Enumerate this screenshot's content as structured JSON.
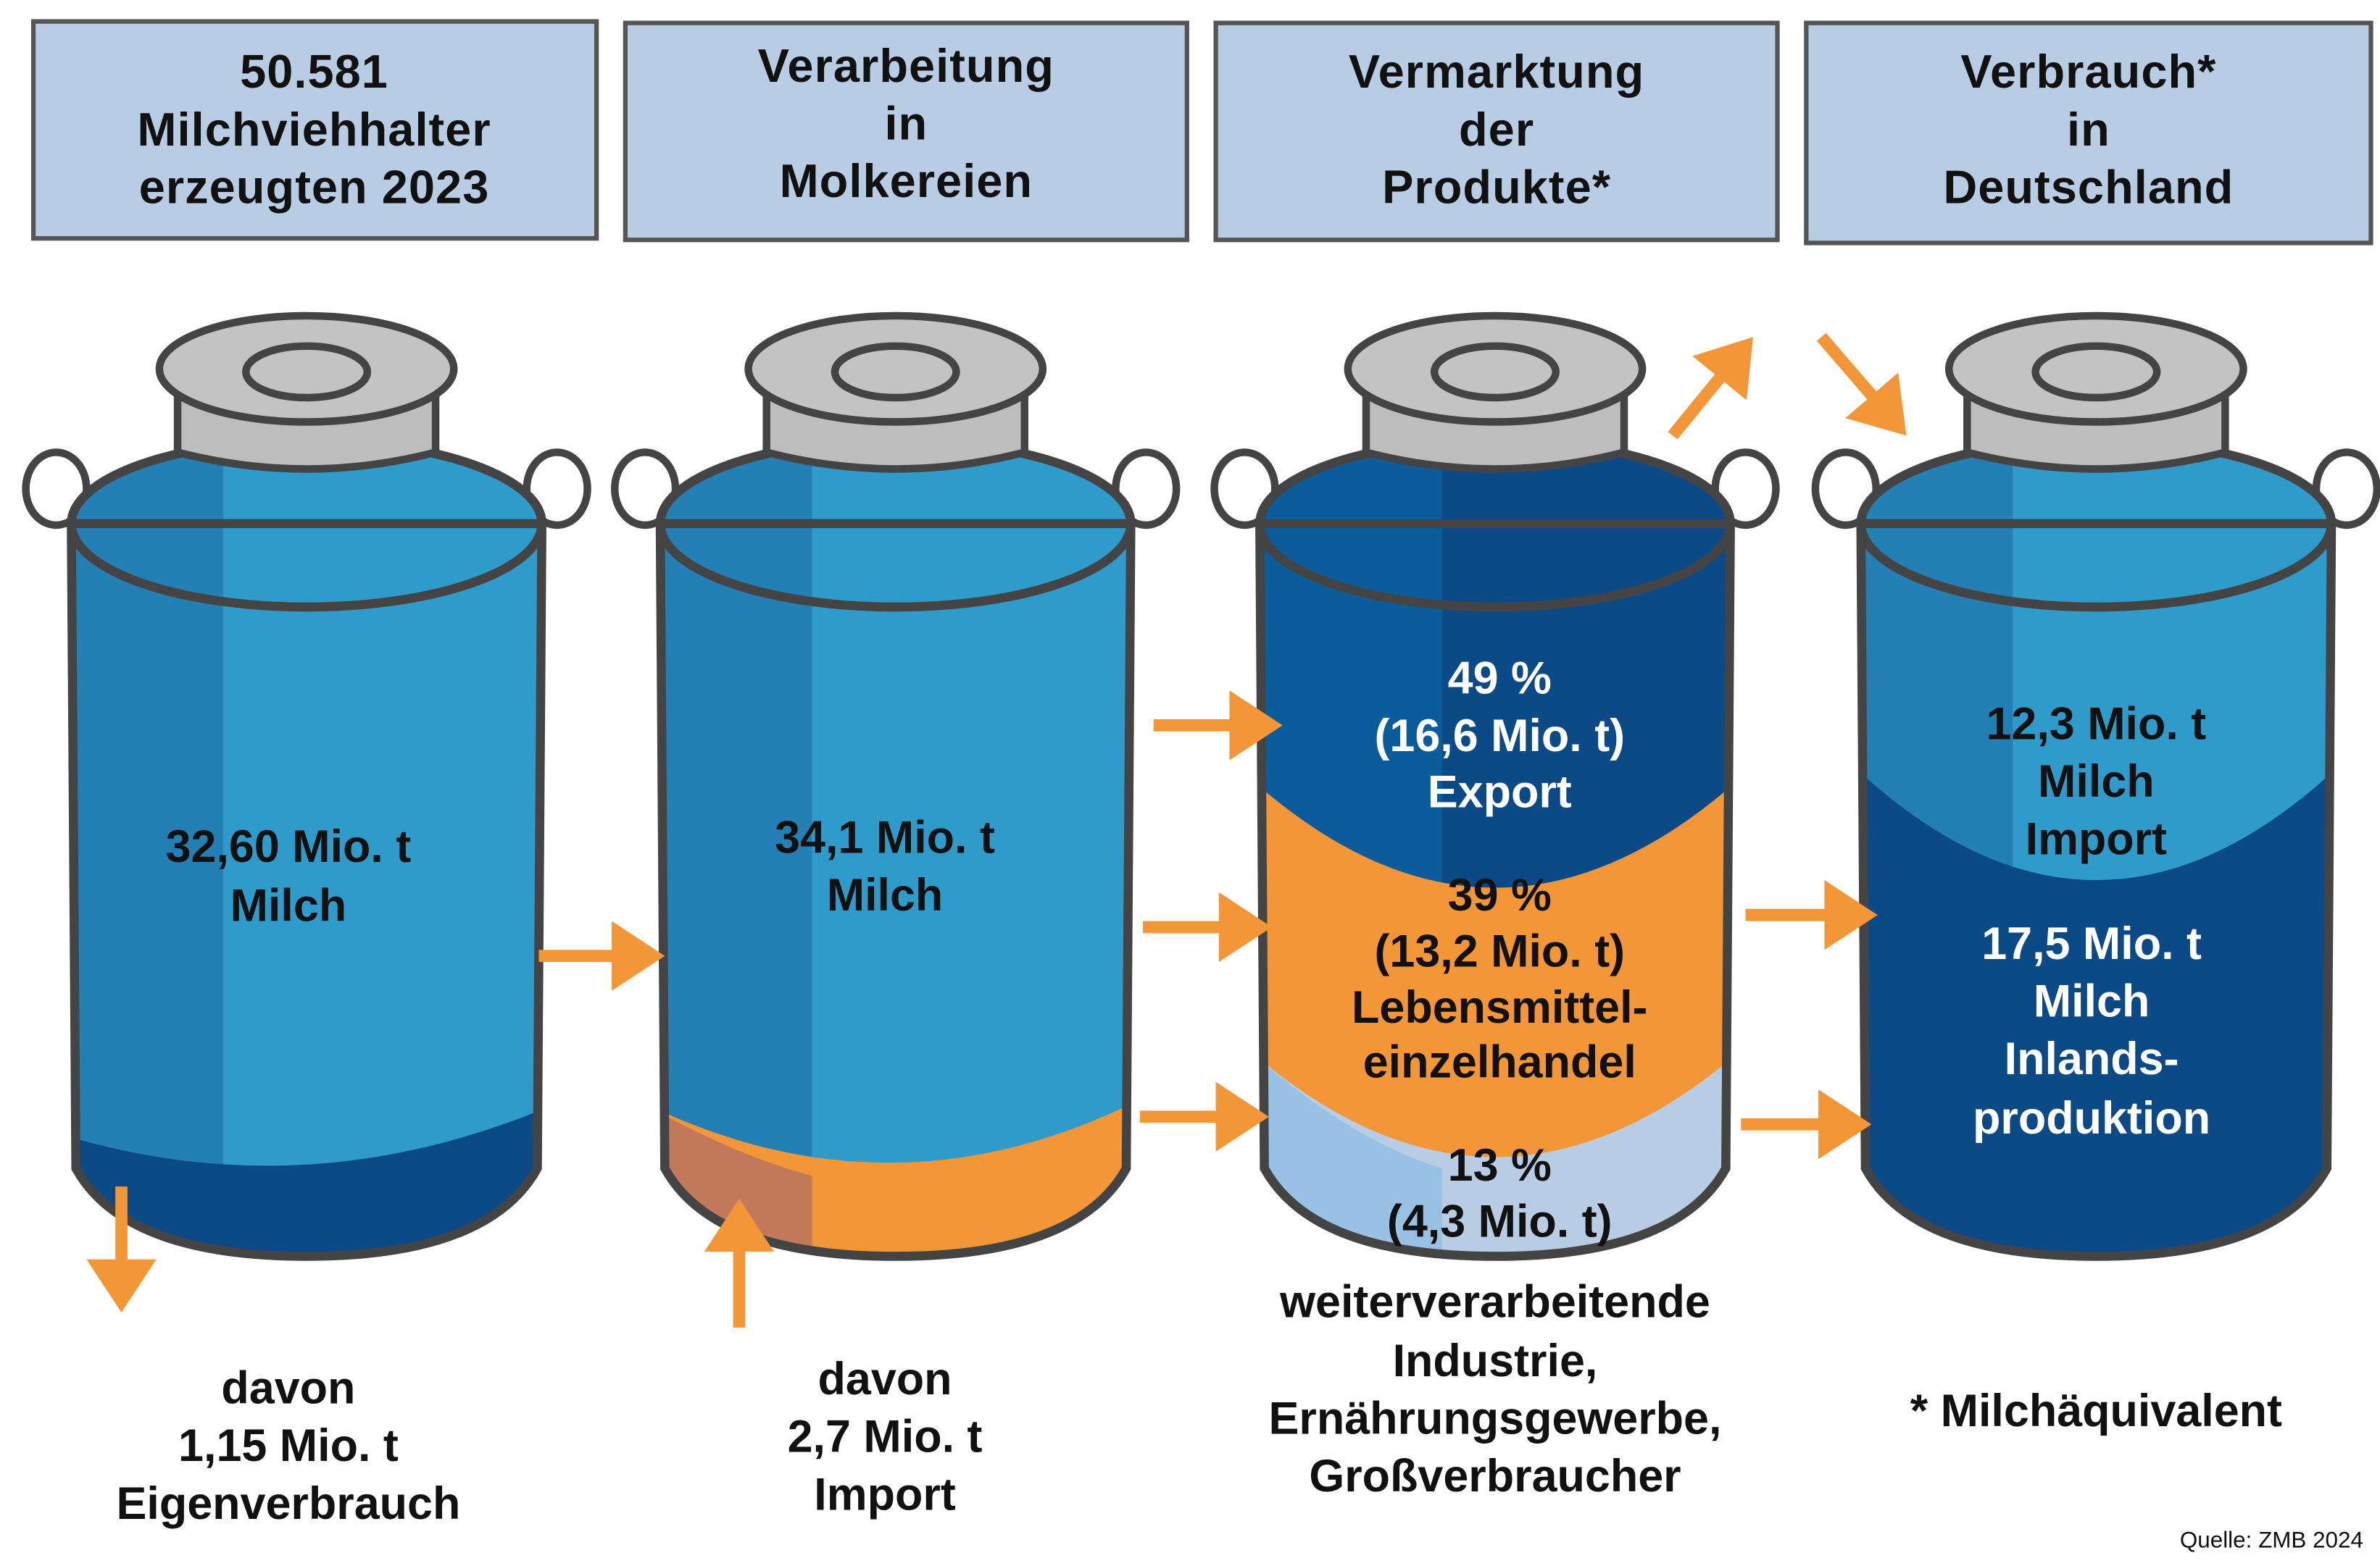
{
  "colors": {
    "header_fill": "#b8cde4",
    "outline": "#444444",
    "light_blue": "#2f9bcb",
    "light_blue_shade": "#2480b4",
    "dark_blue": "#0c4a87",
    "dark_blue_shade": "#0a5c9a",
    "orange": "#f39637",
    "pale_blue": "#b8cde4",
    "pale_blue_shade": "#98c1e3",
    "lid": "#c3c3c3"
  },
  "headers": [
    {
      "lines": [
        "50.581",
        "Milchviehhalter",
        "erzeugten 2023"
      ]
    },
    {
      "lines": [
        "Verarbeitung",
        "in",
        "Molkereien"
      ]
    },
    {
      "lines": [
        "Vermarktung",
        "der",
        "Produkte*"
      ]
    },
    {
      "lines": [
        "Verbrauch*",
        "in",
        "Deutschland"
      ]
    }
  ],
  "cans": [
    {
      "label": [
        "32,60 Mio. t",
        "Milch"
      ],
      "below": [
        "davon",
        "1,15 Mio. t",
        "Eigenverbrauch"
      ]
    },
    {
      "label": [
        "34,1 Mio. t",
        "Milch"
      ],
      "below": [
        "davon",
        "2,7 Mio. t",
        "Import"
      ]
    },
    {
      "segments": [
        {
          "percent": "49 %",
          "amount": "(16,6 Mio. t)",
          "name": "Export",
          "share": 49
        },
        {
          "percent": "39 %",
          "amount": "(13,2 Mio. t)",
          "name": [
            "Lebensmittel-",
            "einzelhandel"
          ],
          "share": 39
        },
        {
          "percent": "13 %",
          "amount": "(4,3 Mio. t)",
          "share": 13
        }
      ],
      "below": [
        "weiterverarbeitende",
        "Industrie,",
        "Ernährungsgewerbe,",
        "Großverbraucher"
      ]
    },
    {
      "import": [
        "12,3 Mio. t",
        "Milch",
        "Import"
      ],
      "domestic": [
        "17,5 Mio. t",
        "Milch",
        "Inlands-",
        "produktion"
      ]
    }
  ],
  "footnote": "* Milchäquivalent",
  "source": "Quelle: ZMB 2024"
}
